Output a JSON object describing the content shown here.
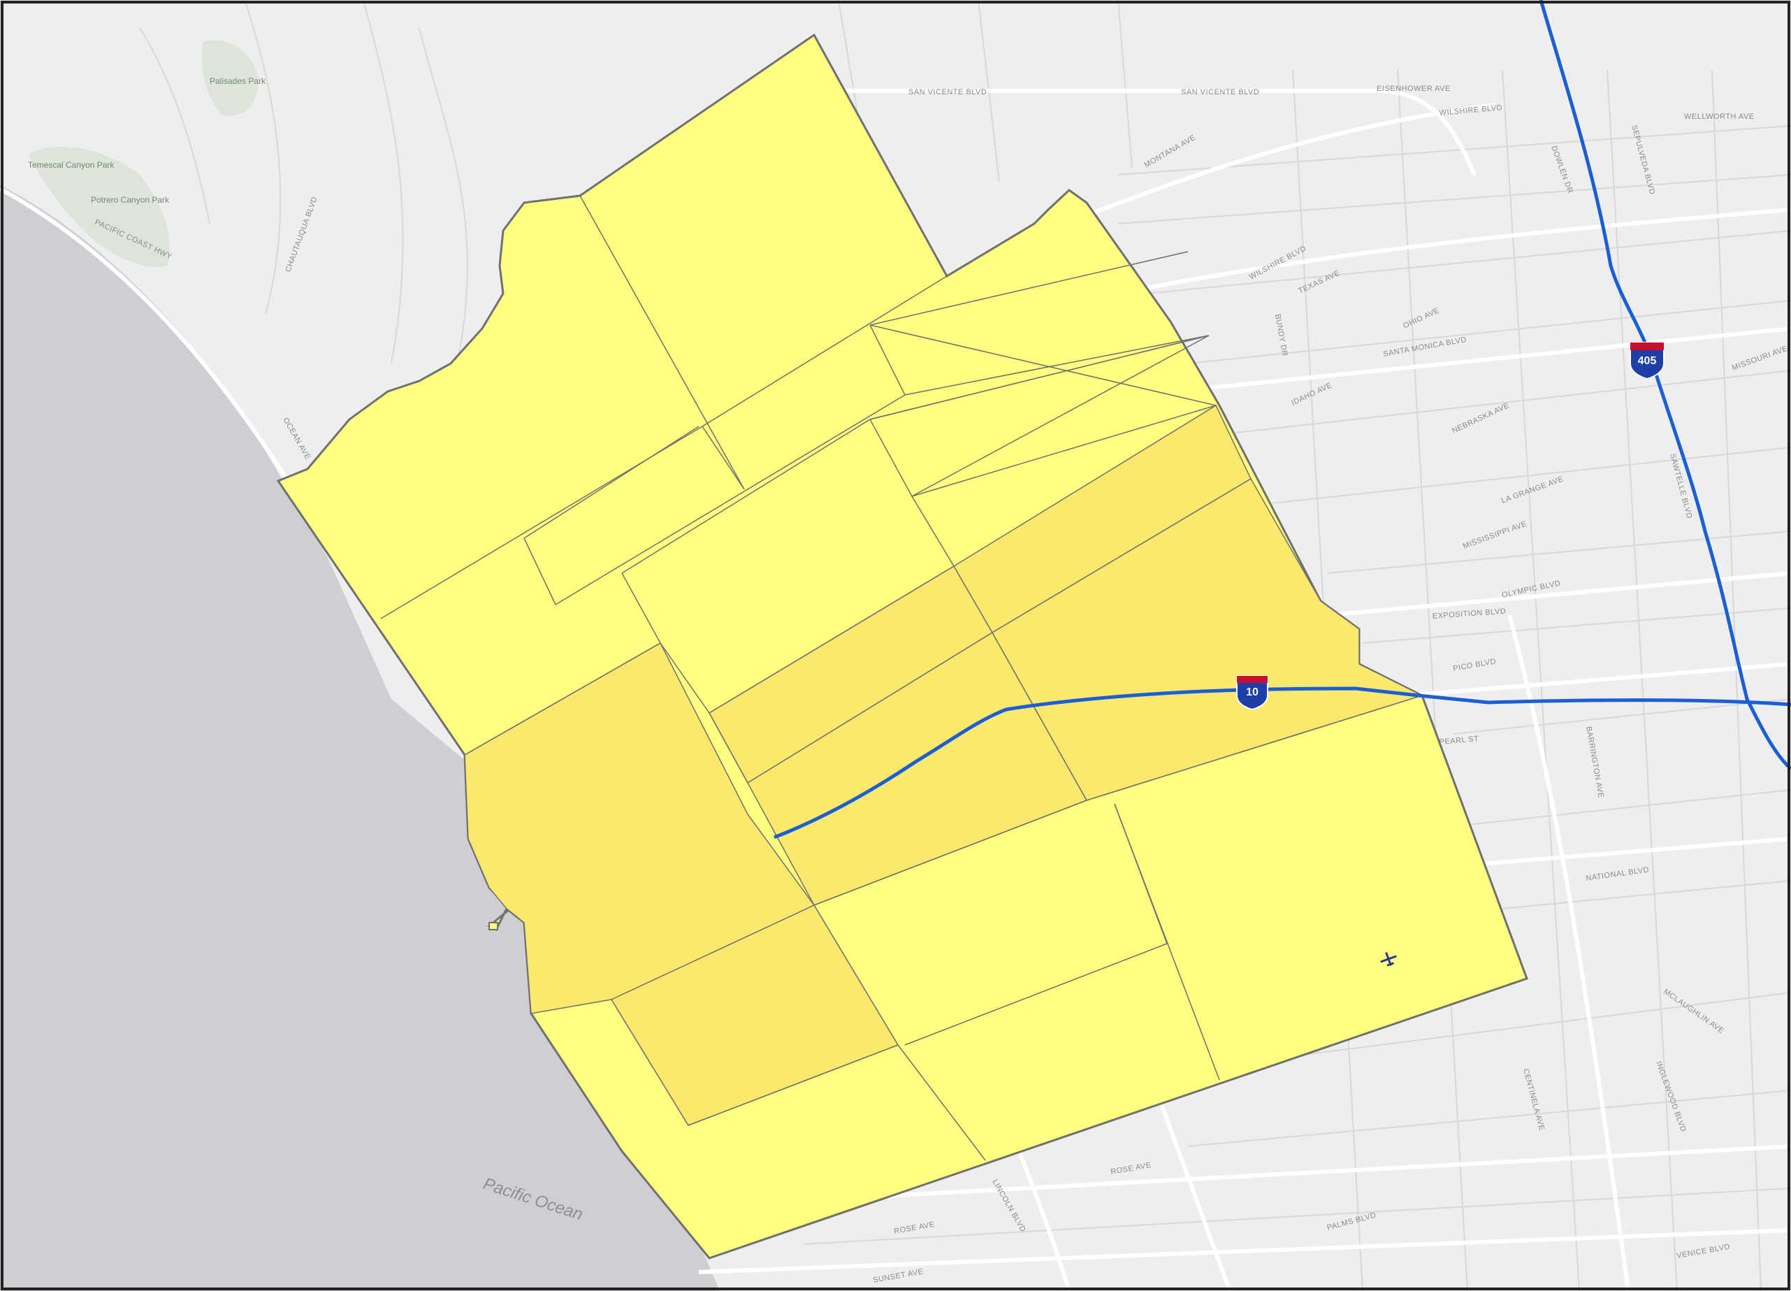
{
  "map": {
    "colors": {
      "water": "#cfcfd3",
      "land": "#eeeeee",
      "park": "#dde4d9",
      "road": "#ffffff",
      "road_minor": "#d6d6d6",
      "tract_light": "#ffff80",
      "tract_dark": "#fde86e",
      "tract_border": "#707070",
      "freeway": "#1a5fd6",
      "shield_blue": "#1f3fa8",
      "shield_red": "#c8102e",
      "frame": "#222222"
    },
    "water_label": "Pacific Ocean",
    "park_labels": [
      "Temescal Canyon Park",
      "Palisades Park",
      "Potrero Canyon Park"
    ],
    "shields": [
      {
        "name": "interstate-10",
        "label": "10"
      },
      {
        "name": "interstate-405",
        "label": "405"
      }
    ],
    "airport_icon": "airplane-icon",
    "street_labels": [
      "SAN VICENTE BLVD",
      "MONTANA AVE",
      "WILSHIRE BLVD",
      "SANTA MONICA BLVD",
      "OLYMPIC BLVD",
      "PICO BLVD",
      "PEARL ST",
      "NATIONAL BLVD",
      "ROSE AVE",
      "LINCOLN BLVD",
      "VENICE BLVD",
      "EXPOSITION BLVD",
      "PALMS BLVD",
      "PACIFIC COAST HWY",
      "OCEAN AVE",
      "CHAUTAUQUA BLVD",
      "SEPULVEDA BLVD",
      "BUNDY DR",
      "BARRINGTON AVE",
      "SAWTELLE BLVD",
      "MISSOURI AVE",
      "IDAHO AVE",
      "TEXAS AVE",
      "OHIO AVE",
      "NEBRASKA AVE",
      "SUNSET AVE",
      "MCLAUGHLIN AVE",
      "INGLEWOOD BLVD",
      "CENTINELA AVE",
      "WELLWORTH AVE",
      "DOWLEN DR",
      "EISENHOWER AVE",
      "MISSISSIPPI AVE",
      "LA GRANGE AVE"
    ]
  }
}
